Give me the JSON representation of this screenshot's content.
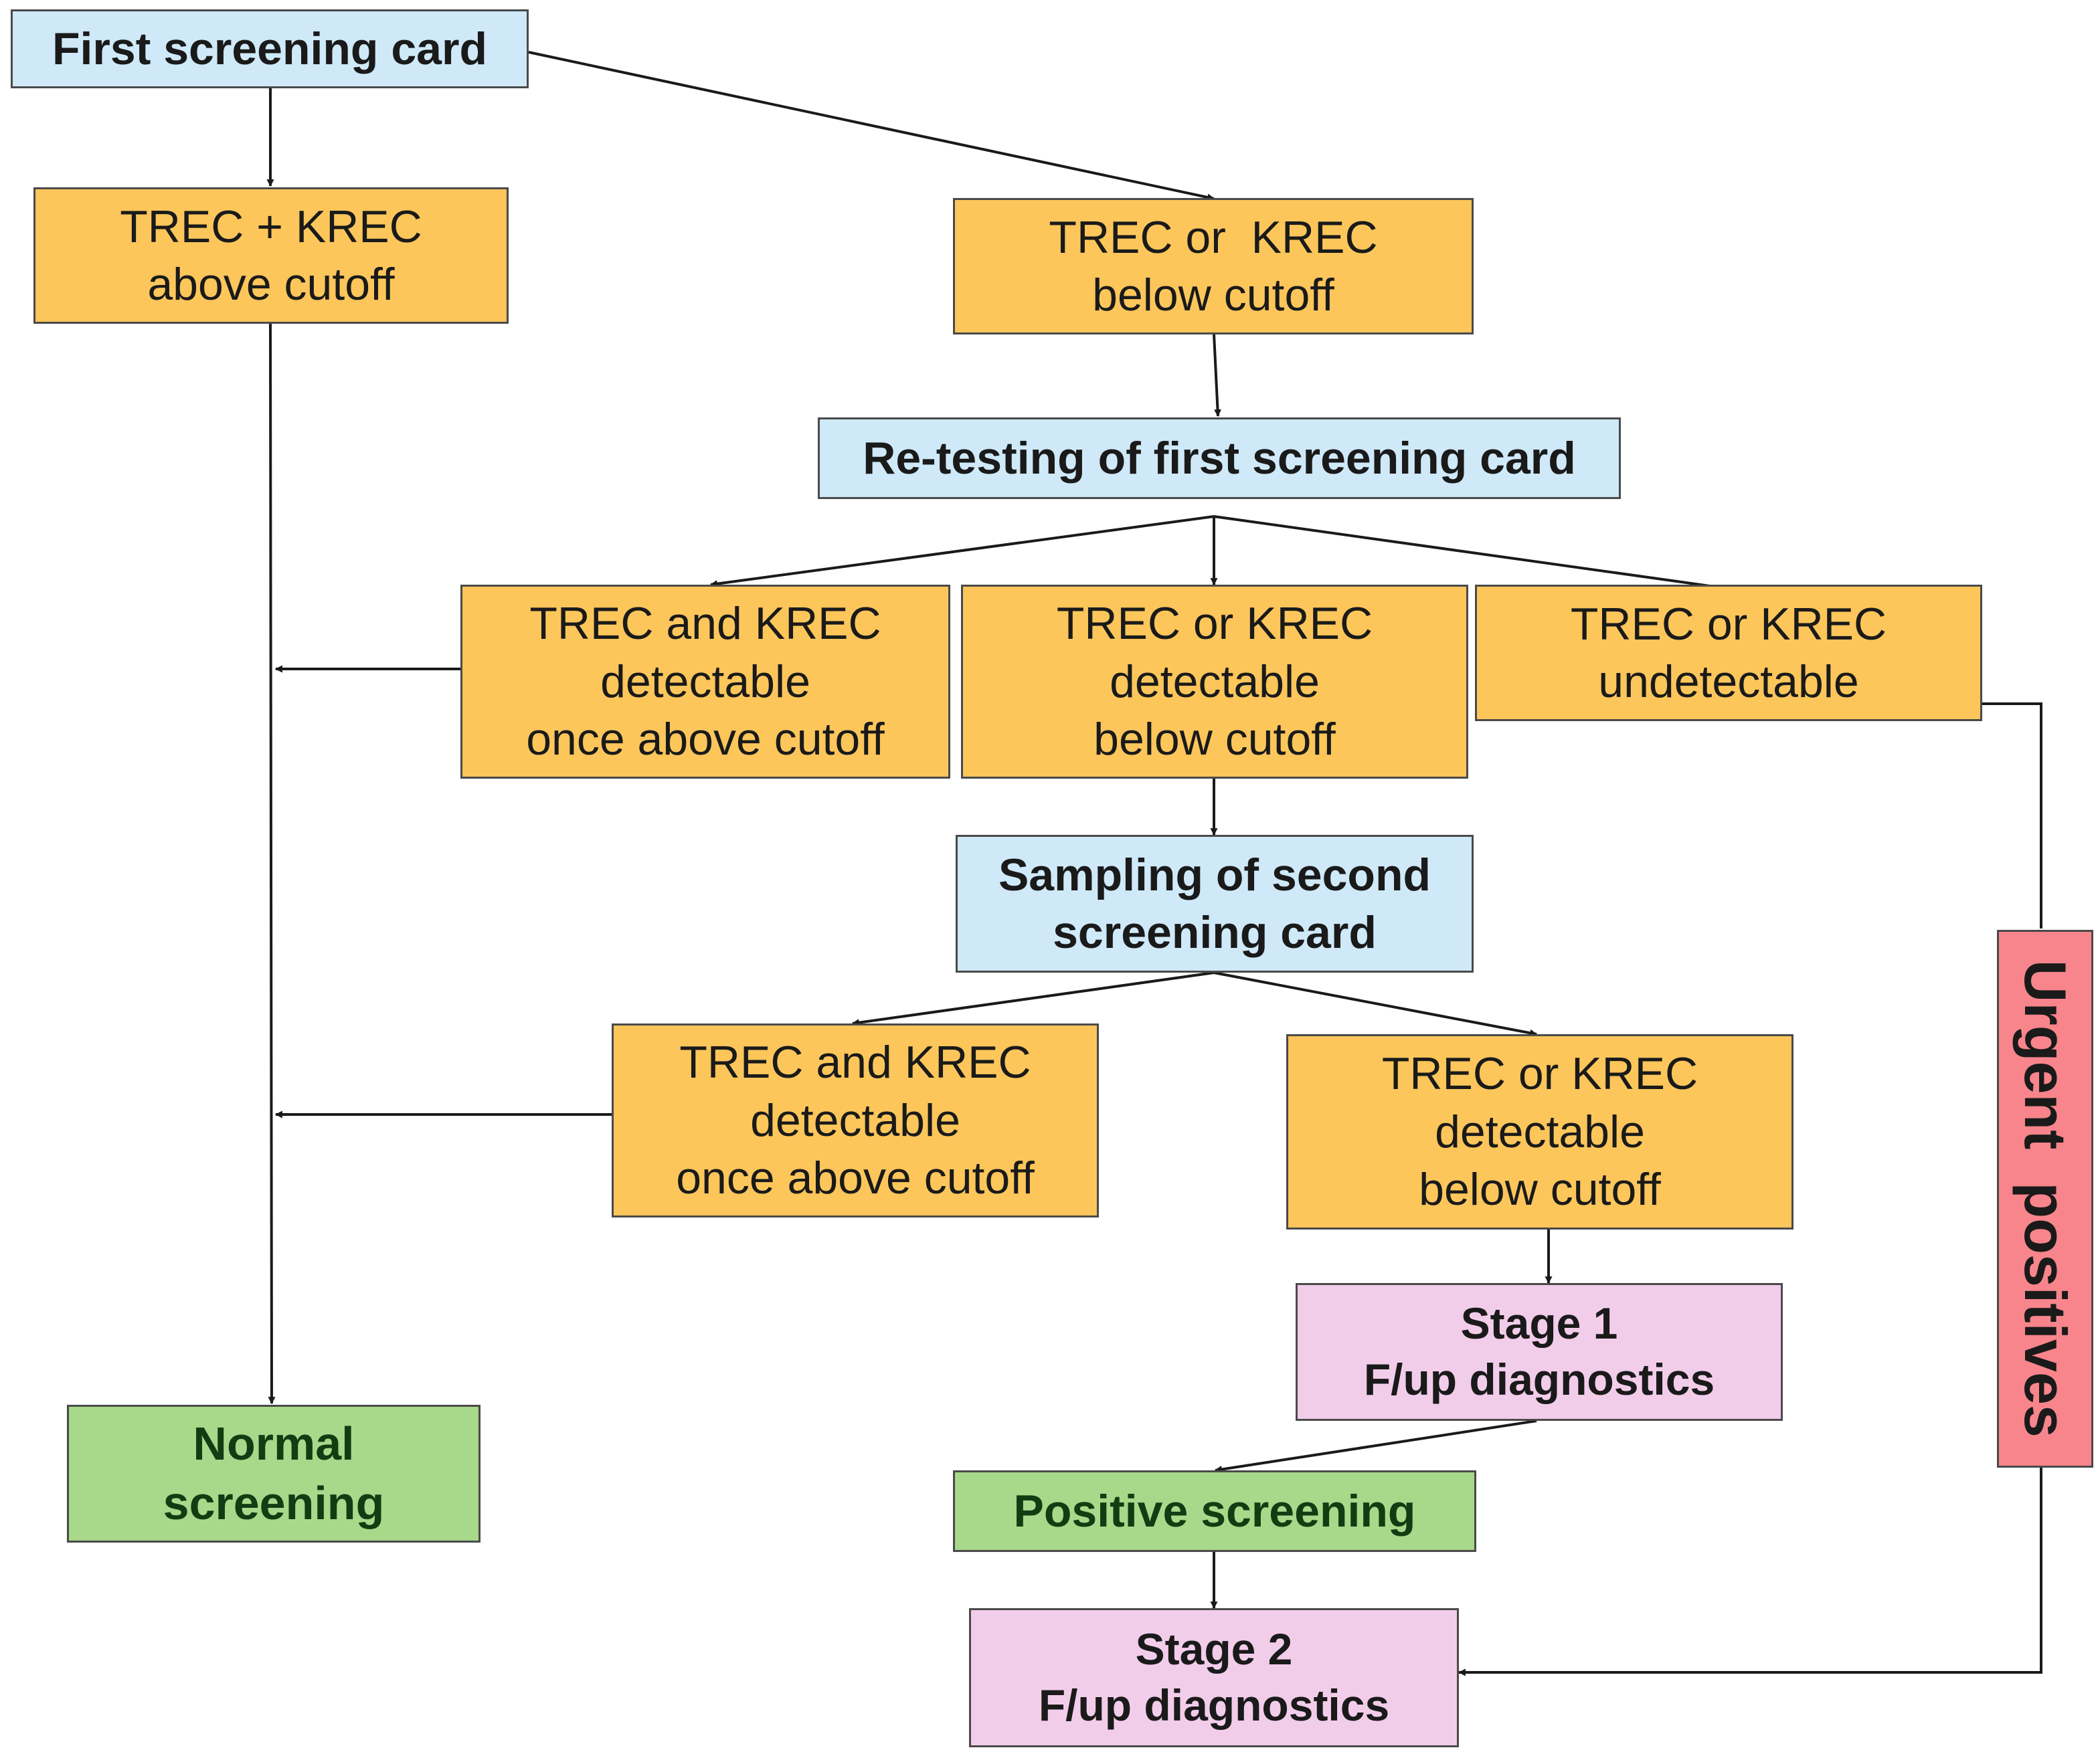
{
  "diagram": {
    "nodes": {
      "first_card": {
        "lines": [
          "First screening card"
        ],
        "color": "#cfe9f8"
      },
      "above_cutoff": {
        "lines": [
          "TREC + KREC",
          "above cutoff"
        ],
        "color": "#fcc65b"
      },
      "below_cutoff": {
        "lines": [
          "TREC or  KREC",
          "below cutoff"
        ],
        "color": "#fcc65b"
      },
      "retesting": {
        "lines": [
          "Re-testing of first screening card"
        ],
        "color": "#cfe9f8"
      },
      "retest_above": {
        "lines": [
          "TREC and KREC",
          "detectable",
          "once above cutoff"
        ],
        "color": "#fcc65b"
      },
      "retest_below": {
        "lines": [
          "TREC or KREC",
          "detectable",
          "below cutoff"
        ],
        "color": "#fcc65b"
      },
      "retest_undetectable": {
        "lines": [
          "TREC or KREC",
          "undetectable"
        ],
        "color": "#fcc65b"
      },
      "second_card": {
        "lines": [
          "Sampling of second",
          "screening card"
        ],
        "color": "#cfe9f8"
      },
      "second_above": {
        "lines": [
          "TREC and KREC",
          "detectable",
          "once above cutoff"
        ],
        "color": "#fcc65b"
      },
      "second_below": {
        "lines": [
          "TREC or KREC",
          "detectable",
          "below cutoff"
        ],
        "color": "#fcc65b"
      },
      "stage1": {
        "lines": [
          "Stage 1",
          "F/up diagnostics"
        ],
        "color": "#f2cdea"
      },
      "normal": {
        "lines": [
          "Normal",
          "screening"
        ],
        "color": "#a8d88a"
      },
      "positive": {
        "lines": [
          "Positive screening"
        ],
        "color": "#a8d88a"
      },
      "stage2": {
        "lines": [
          "Stage 2",
          "F/up diagnostics"
        ],
        "color": "#f2cdea"
      },
      "urgent": {
        "lines": [
          "Urgent  positives"
        ],
        "color": "#f7858b"
      }
    },
    "edges": [
      {
        "from": "first_card",
        "to": "above_cutoff"
      },
      {
        "from": "first_card",
        "to": "below_cutoff"
      },
      {
        "from": "above_cutoff",
        "to": "normal"
      },
      {
        "from": "below_cutoff",
        "to": "retesting"
      },
      {
        "from": "retesting",
        "to": "retest_above"
      },
      {
        "from": "retesting",
        "to": "retest_below"
      },
      {
        "from": "retesting",
        "to": "retest_undetectable"
      },
      {
        "from": "retest_above",
        "to": "normal"
      },
      {
        "from": "retest_below",
        "to": "second_card"
      },
      {
        "from": "retest_undetectable",
        "to": "urgent"
      },
      {
        "from": "second_card",
        "to": "second_above"
      },
      {
        "from": "second_card",
        "to": "second_below"
      },
      {
        "from": "second_above",
        "to": "normal"
      },
      {
        "from": "second_below",
        "to": "stage1"
      },
      {
        "from": "stage1",
        "to": "positive"
      },
      {
        "from": "positive",
        "to": "stage2"
      },
      {
        "from": "urgent",
        "to": "stage2"
      }
    ]
  }
}
